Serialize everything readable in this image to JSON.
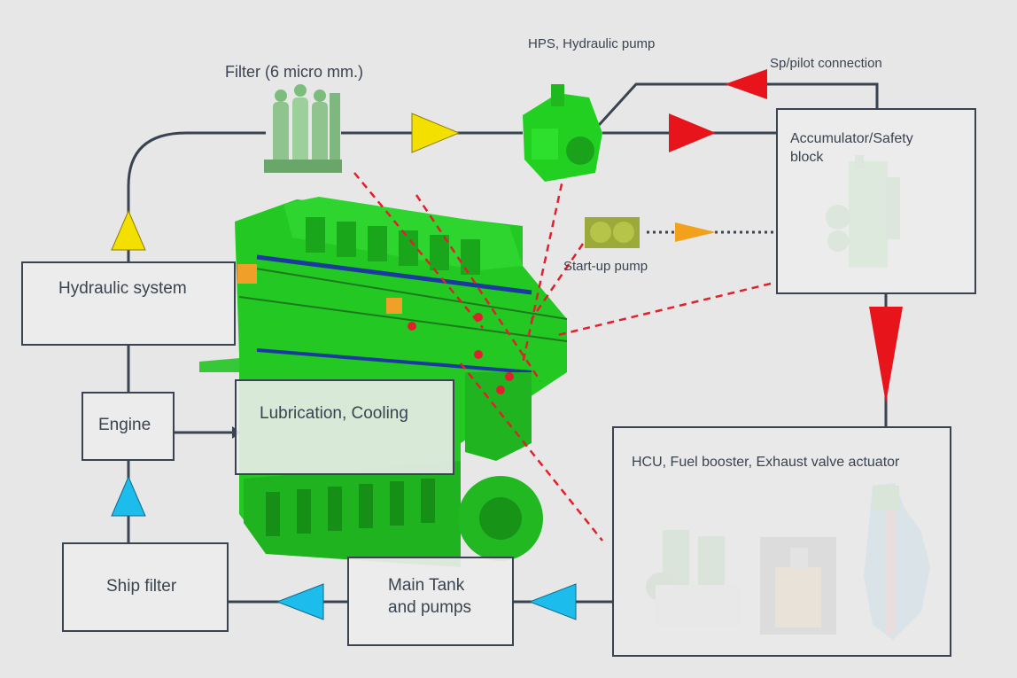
{
  "labels": {
    "filter": "Filter (6 micro mm.)",
    "hps": "HPS, Hydraulic pump",
    "sp_pilot": "Sp/pilot connection",
    "accumulator": "Accumulator/Safety block",
    "startup_pump": "Start-up pump",
    "hydraulic_system": "Hydraulic system",
    "engine": "Engine",
    "lubrication_cooling": "Lubrication, Cooling",
    "hcu": "HCU, Fuel booster, Exhaust valve actuator",
    "ship_filter": "Ship filter",
    "main_tank": "Main Tank and pumps"
  },
  "colors": {
    "line": "#3a4350",
    "component_green": "#22c422",
    "arrow_yellow": "#f4e000",
    "arrow_red": "#e8141c",
    "arrow_orange": "#f3a01c",
    "arrow_cyan": "#1cbcec",
    "callout_red": "#e0202c"
  }
}
